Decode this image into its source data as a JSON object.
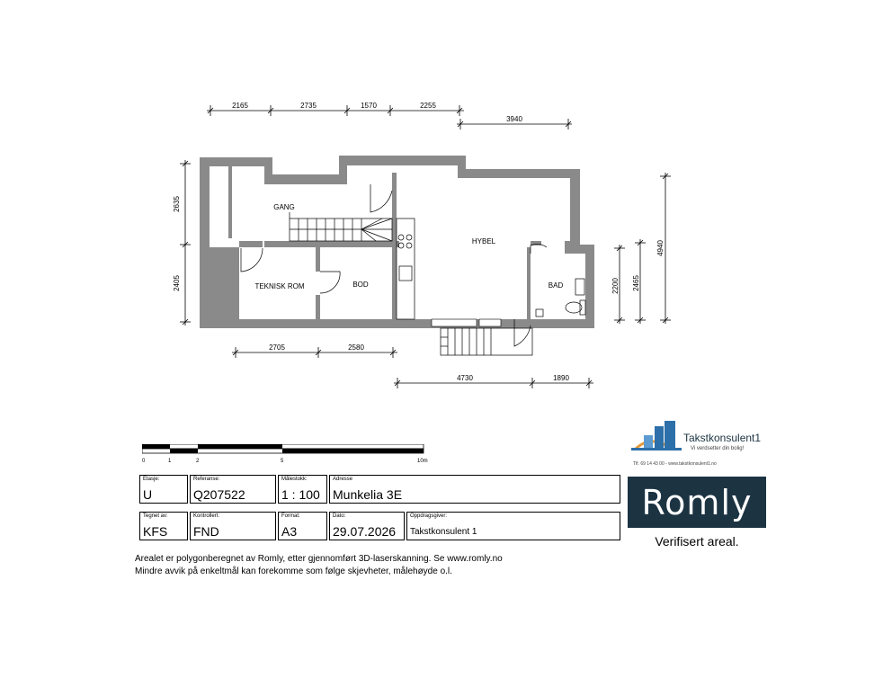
{
  "dimensions": {
    "top_row": [
      "2165",
      "2735",
      "1570",
      "2255"
    ],
    "top_right": "3940",
    "left_upper": "2635",
    "left_lower": "2405",
    "bottom_row": [
      "2705",
      "2580"
    ],
    "bottom_lower": [
      "4730",
      "1890"
    ],
    "right": [
      "2200",
      "2465",
      "4940"
    ]
  },
  "rooms": {
    "gang": "GANG",
    "hybel": "HYBEL",
    "teknisk_rom": "TEKNISK ROM",
    "bod": "BOD",
    "bad": "BAD"
  },
  "scale_bar": {
    "ticks": [
      "0",
      "1",
      "2",
      "5",
      "10m"
    ]
  },
  "title_block": {
    "etasje": {
      "label": "Etasje:",
      "value": "U"
    },
    "referanse": {
      "label": "Referanse:",
      "value": "Q207522"
    },
    "malestokk": {
      "label": "Målestokk:",
      "value": "1 : 100"
    },
    "adresse": {
      "label": "Adresse",
      "value": "Munkelia 3E"
    },
    "tegnet_av": {
      "label": "Tegnet av:",
      "value": "KFS"
    },
    "kontrollert": {
      "label": "Kontrollert:",
      "value": "FND"
    },
    "format": {
      "label": "Format:",
      "value": "A3"
    },
    "dato": {
      "label": "Dato:",
      "value": "29.07.2026"
    },
    "oppdragsgiver": {
      "label": "Oppdragsgiver:",
      "value": "Takstkonsulent 1"
    }
  },
  "notes": {
    "line1": "Arealet er polygonberegnet av Romly, etter gjennomført 3D-laserskanning. Se www.romly.no",
    "line2": "Mindre avvik på enkeltmål kan forekomme som følge skjevheter, målehøyde o.l."
  },
  "logo_takst": {
    "name": "Takstkonsulent1",
    "slogan": "Vi verdsetter din bolig!",
    "contact": "Tlf. 69 14 43 00 - www.takstkonsulent1.no"
  },
  "logo_romly": {
    "name": "Romly",
    "tagline": "Verifisert areal."
  },
  "colors": {
    "wall": "#8a8a8a",
    "romly_bg": "#1c3342",
    "logo_blue": "#2d6fa8",
    "logo_orange": "#e59a3c"
  }
}
